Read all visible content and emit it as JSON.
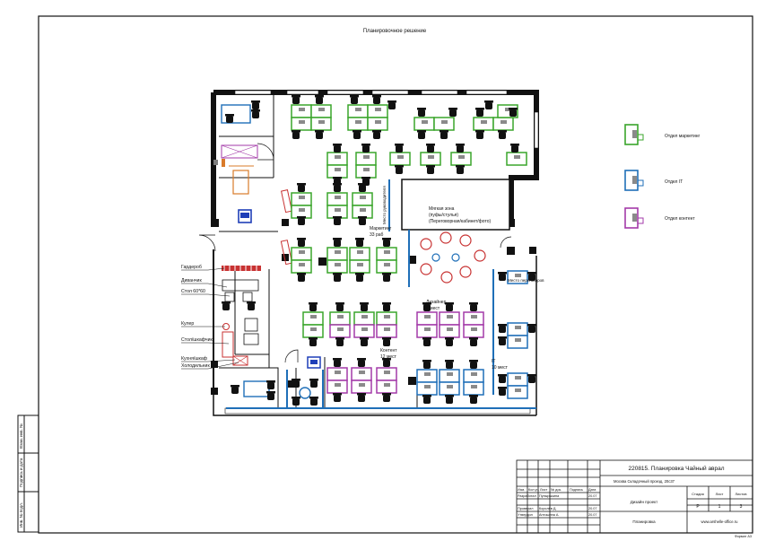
{
  "sheet_title": "Планировочное решение",
  "rooms": {
    "meeting_lines": [
      "Мягкая зона",
      "(пуфы/стулья)",
      "(Переговорная/кабинет/фото)"
    ],
    "marketing_label": "Маркетинг",
    "marketing_count": "33 раб",
    "content_label": "Контент",
    "content_count": "12 мест",
    "cabinet_label": "Место руководителя",
    "it_label": "IT",
    "it_count": "10 мест",
    "it_meeting_label": "Место переговоров",
    "design_label": "Дизайнер",
    "design_count": "4 мест"
  },
  "callouts": [
    "Гардероб",
    "Диванчик",
    "Стол 60*60",
    "Кулер",
    "Стол/шкафчик",
    "Кухня/шкаф",
    "Холодильник"
  ],
  "legend": [
    {
      "label": "Отдел маркетинг",
      "color": "#3aa52b"
    },
    {
      "label": "Отдел IT",
      "color": "#1f6fb8"
    },
    {
      "label": "Отдел контент",
      "color": "#a33aa8"
    }
  ],
  "side_stamps": [
    "Взам. инв. №",
    "Подпись и дата",
    "Инв. № подл."
  ],
  "title_block": {
    "project_code": "220815. Планировка Чайный аврал",
    "address": "Москва Складочный проезд, 20с37",
    "stage_title": "Дизайн проект",
    "drawing_name": "Планировка",
    "company": "www.arshelle-office.ru",
    "head_cols": [
      "Изм.",
      "Кол.уч.",
      "Лист",
      "№ док.",
      "Подпись",
      "Дата"
    ],
    "rows": [
      {
        "role": "Разработал",
        "name": "Пупырыкина",
        "date": "20.07"
      },
      {
        "role": "Проверил",
        "name": "Королёв Д.",
        "date": "20.07"
      },
      {
        "role": "Утвердил",
        "name": "Антошина А.",
        "date": "20.07"
      }
    ],
    "stage_hdr": "Стадия",
    "sheet_hdr": "Лист",
    "sheets_hdr": "Листов",
    "stage": "Р",
    "sheet": "1",
    "sheets": "3"
  },
  "format": "Формат А3"
}
